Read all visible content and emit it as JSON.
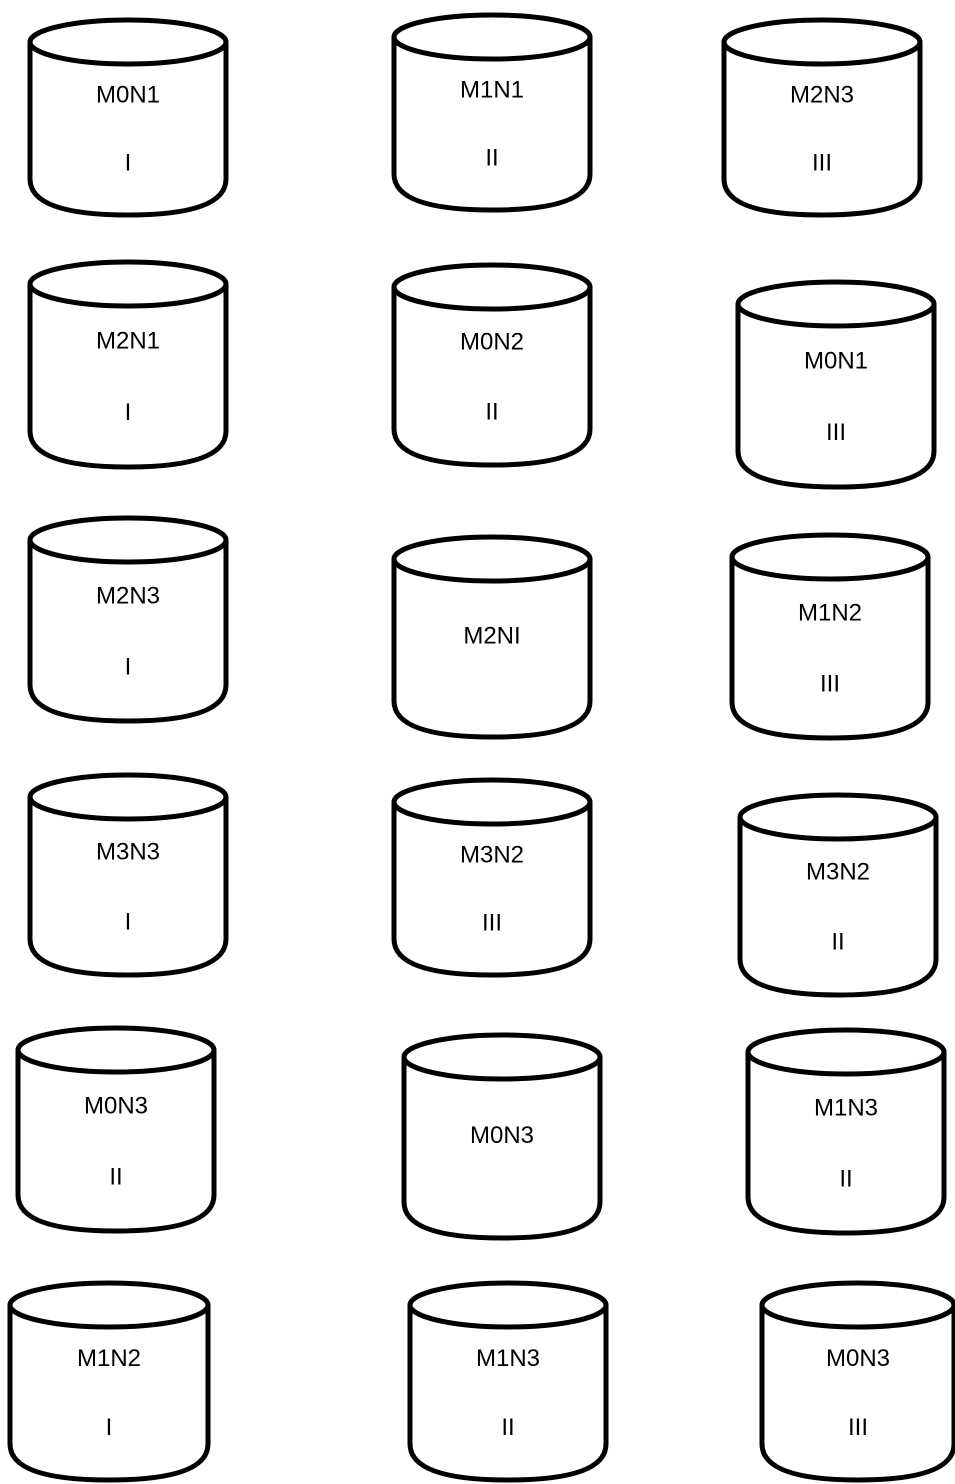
{
  "cylinders": [
    {
      "code": "M0N1",
      "grade": "I"
    },
    {
      "code": "M1N1",
      "grade": "II"
    },
    {
      "code": "M2N3",
      "grade": "III"
    },
    {
      "code": "M2N1",
      "grade": "I"
    },
    {
      "code": "M0N2",
      "grade": "II"
    },
    {
      "code": "M0N1",
      "grade": "III"
    },
    {
      "code": "M2N3",
      "grade": "I"
    },
    {
      "code": "M2NI",
      "grade": ""
    },
    {
      "code": "M1N2",
      "grade": "III"
    },
    {
      "code": "M3N3",
      "grade": "I"
    },
    {
      "code": "M3N2",
      "grade": "III"
    },
    {
      "code": "M3N2",
      "grade": "II"
    },
    {
      "code": "M0N3",
      "grade": "II"
    },
    {
      "code": "M0N3",
      "grade": ""
    },
    {
      "code": "M1N3",
      "grade": "II"
    },
    {
      "code": "M1N2",
      "grade": "I"
    },
    {
      "code": "M1N3",
      "grade": "II"
    },
    {
      "code": "M0N3",
      "grade": "III"
    }
  ]
}
